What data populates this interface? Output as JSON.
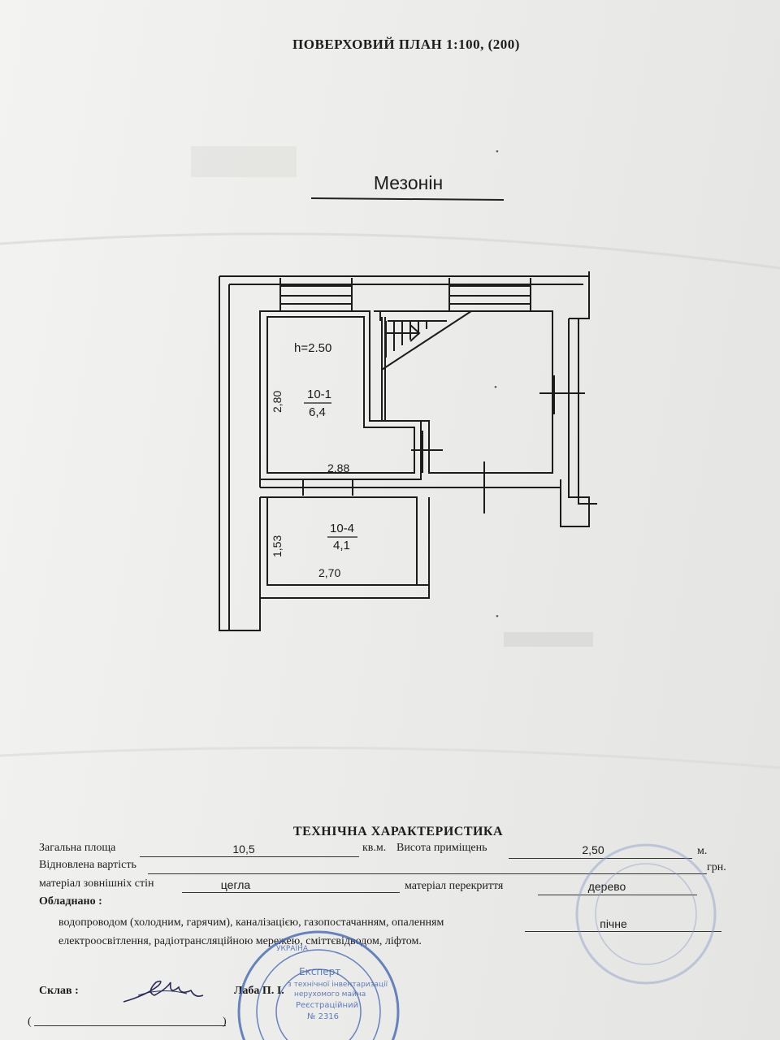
{
  "header": {
    "title": "ПОВЕРХОВИЙ ПЛАН 1:100, (200)",
    "floor_name": "Мезонін"
  },
  "plan": {
    "rooms": [
      {
        "id": "10-1",
        "area": "6,4",
        "height_label": "h=2.50",
        "dim_vertical": "2,80",
        "dim_horizontal": "2,88"
      },
      {
        "id": "10-4",
        "area": "4,1",
        "dim_vertical": "1,53",
        "dim_horizontal": "2,70"
      }
    ]
  },
  "tech": {
    "title": "ТЕХНІЧНА ХАРАКТЕРИСТИКА",
    "total_area_label": "Загальна площа",
    "total_area_value": "10,5",
    "area_unit": "кв.м.",
    "height_label": "Висота приміщень",
    "height_value": "2,50",
    "height_unit": "м.",
    "restored_value_label": "Відновлена вартість",
    "currency": "грн.",
    "walls_label": "матеріал зовнішніх стін",
    "walls_value": "цегла",
    "floors_label": "матеріал перекриття",
    "floors_value": "дерево",
    "equipped_label": "Обладнано :",
    "equipped_line1": "водопроводом (холодним, гарячим), каналізацією, газопостачанням, опаленням",
    "heating_value": "пічне",
    "equipped_line2": "електроосвітлення, радіотрансляційною мережею, сміттєвідводом, ліфтом.",
    "composed_label": "Склав :",
    "composed_name": "Лаба П. І."
  }
}
